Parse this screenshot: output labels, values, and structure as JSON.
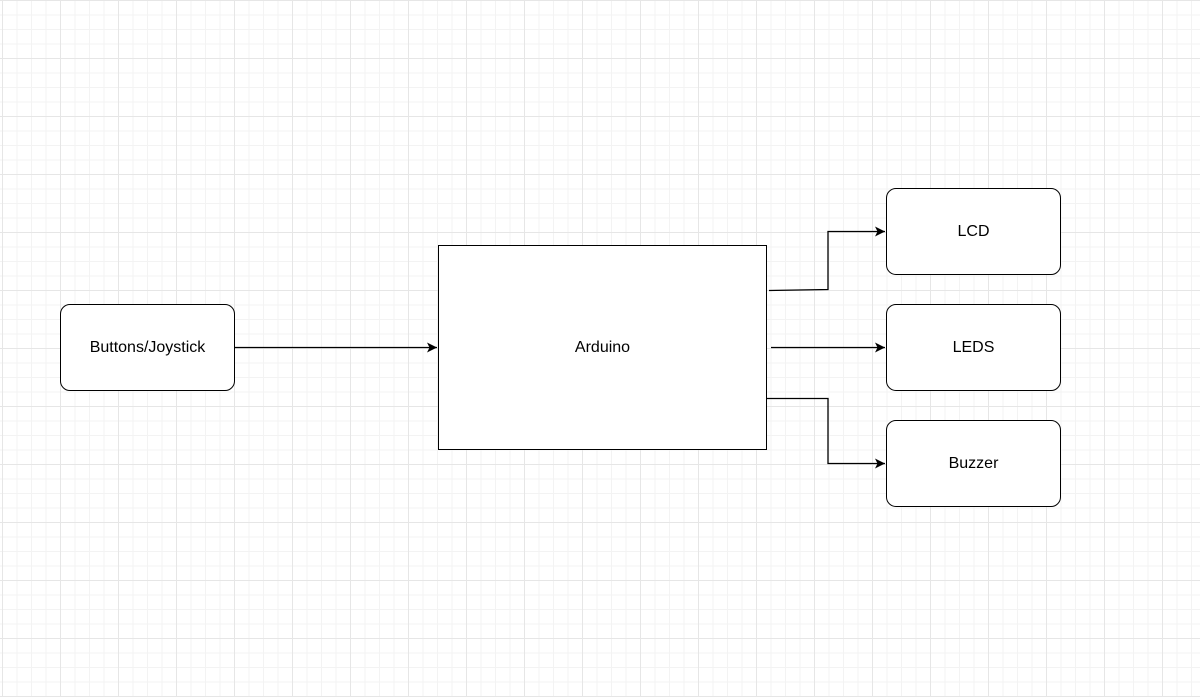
{
  "diagram": {
    "nodes": {
      "input": {
        "label": "Buttons/Joystick"
      },
      "controller": {
        "label": "Arduino"
      },
      "lcd": {
        "label": "LCD"
      },
      "leds": {
        "label": "LEDS"
      },
      "buzzer": {
        "label": "Buzzer"
      }
    },
    "edges": [
      {
        "from": "Buttons/Joystick",
        "to": "Arduino"
      },
      {
        "from": "Arduino",
        "to": "LCD"
      },
      {
        "from": "Arduino",
        "to": "LEDS"
      },
      {
        "from": "Arduino",
        "to": "Buzzer"
      }
    ],
    "colors": {
      "stroke": "#000000",
      "fill": "#ffffff",
      "grid": "#e6e6e6"
    }
  }
}
